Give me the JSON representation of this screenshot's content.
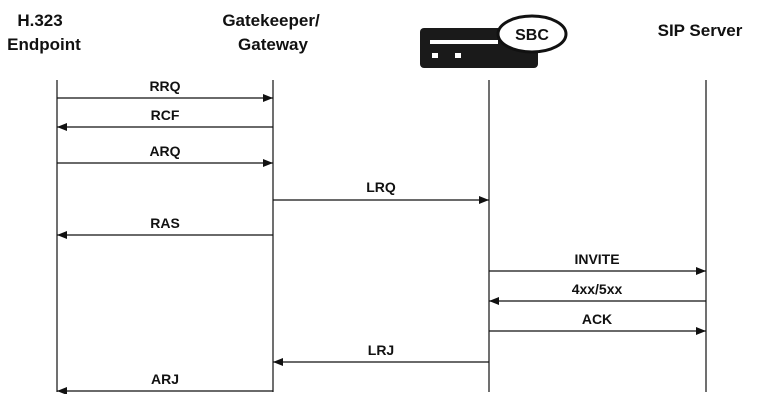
{
  "participants": {
    "h323_line1": "H.323",
    "h323_line2": "Endpoint",
    "gk_line1": "Gatekeeper/",
    "gk_line2": "Gateway",
    "sbc_label": "SBC",
    "sip": "SIP Server"
  },
  "messages": [
    {
      "label": "RRQ",
      "from": "h323",
      "to": "gk"
    },
    {
      "label": "RCF",
      "from": "gk",
      "to": "h323"
    },
    {
      "label": "ARQ",
      "from": "h323",
      "to": "gk"
    },
    {
      "label": "LRQ",
      "from": "gk",
      "to": "sbc"
    },
    {
      "label": "RAS",
      "from": "gk",
      "to": "h323"
    },
    {
      "label": "INVITE",
      "from": "sbc",
      "to": "sip"
    },
    {
      "label": "4xx/5xx",
      "from": "sip",
      "to": "sbc"
    },
    {
      "label": "ACK",
      "from": "sbc",
      "to": "sip"
    },
    {
      "label": "LRJ",
      "from": "sbc",
      "to": "gk"
    },
    {
      "label": "ARJ",
      "from": "gk",
      "to": "h323"
    }
  ],
  "colors": {
    "line": "#111111",
    "device_body": "#1a1a1a",
    "device_bubble": "#ffffff"
  }
}
